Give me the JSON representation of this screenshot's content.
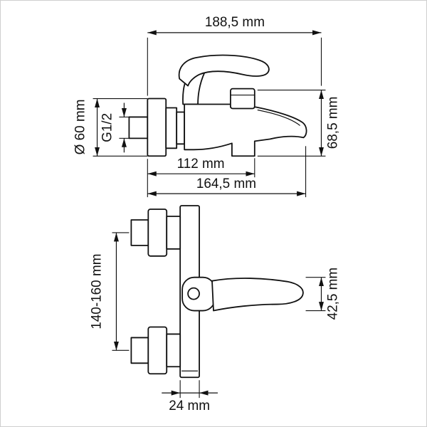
{
  "dims": {
    "total_width": "188,5 mm",
    "flange_diameter": "Ø 60 mm",
    "thread_size": "G1/2",
    "overall_height": "68,5 mm",
    "spout_reach": "112 mm",
    "total_depth": "164,5 mm",
    "mounting_distance": "140-160 mm",
    "body_height": "42,5 mm",
    "spout_width": "24 mm"
  },
  "colors": {
    "line": "#111111",
    "background": "#ffffff",
    "frame_border": "#cfcfcf"
  }
}
